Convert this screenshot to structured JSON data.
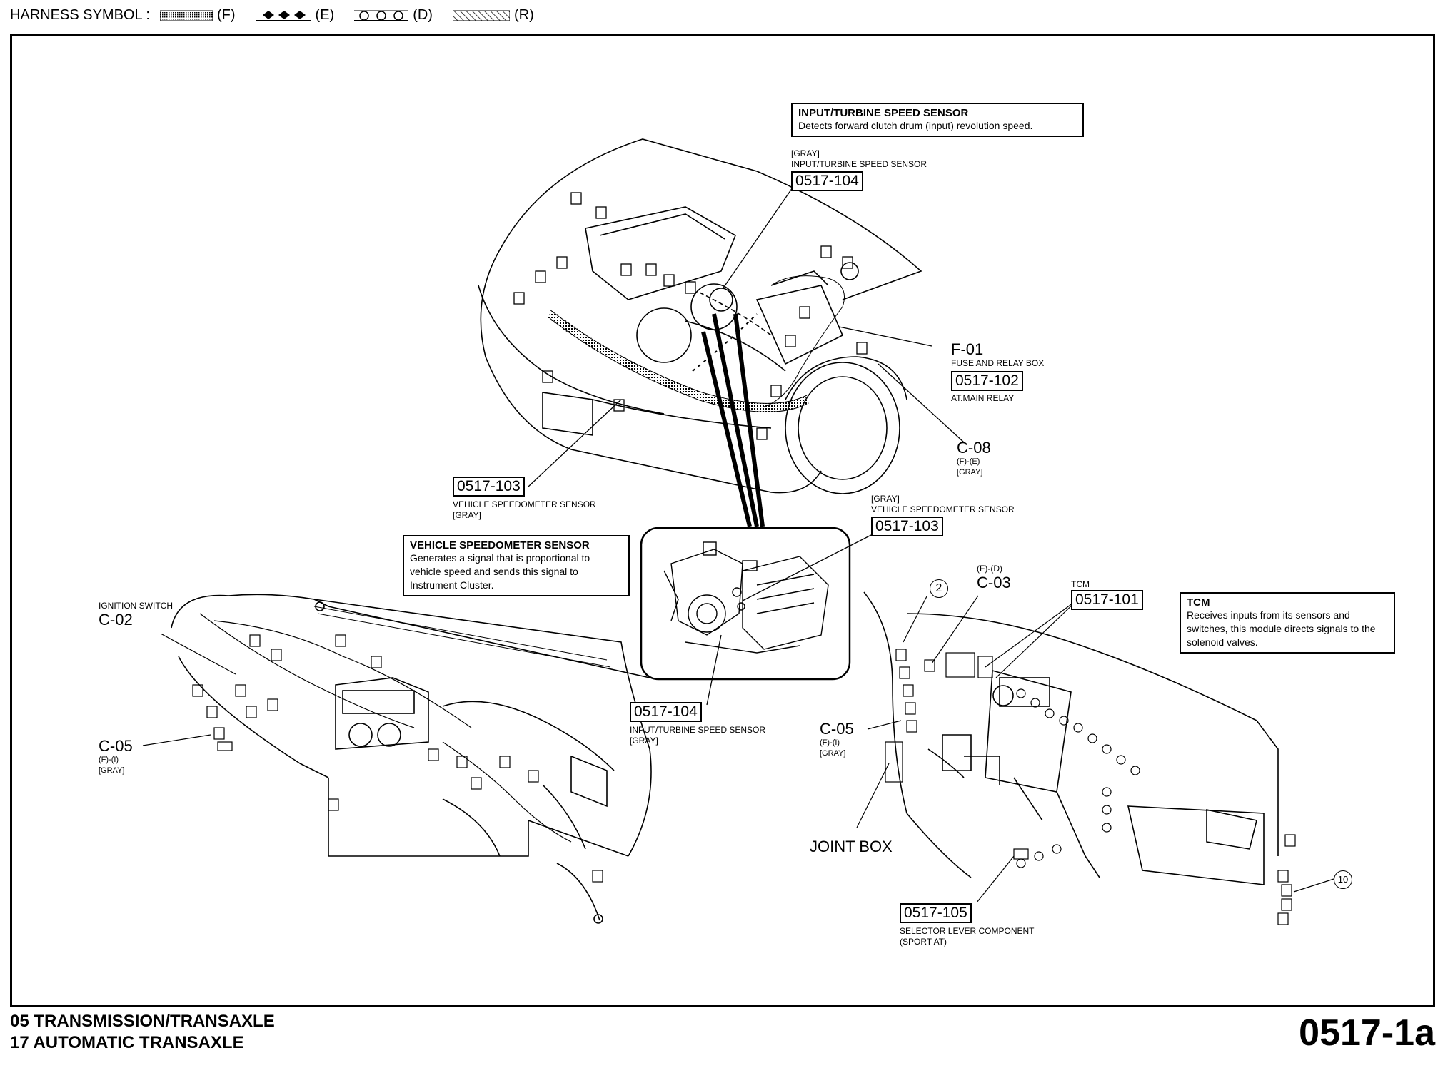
{
  "legend": {
    "title": "HARNESS SYMBOL :",
    "items": [
      {
        "label": "(F)",
        "icon": "dotted-band-icon"
      },
      {
        "label": "(E)",
        "icon": "diamond-line-icon"
      },
      {
        "label": "(D)",
        "icon": "circle-line-icon"
      },
      {
        "label": "(R)",
        "icon": "hatched-band-icon"
      }
    ]
  },
  "callouts": {
    "input_sensor": {
      "title": "INPUT/TURBINE SPEED SENSOR",
      "desc": "Detects forward clutch drum (input) revolution speed."
    },
    "vehicle_sensor": {
      "title": "VEHICLE SPEEDOMETER SENSOR",
      "desc": "Generates a signal that is proportional to vehicle speed and sends this signal to Instrument Cluster."
    },
    "tcm": {
      "title": "TCM",
      "desc": "Receives inputs from its sensors and switches, this module directs signals to the solenoid valves."
    }
  },
  "labels": {
    "top_sensor": {
      "line1": "[GRAY]",
      "line2": "INPUT/TURBINE SPEED SENSOR",
      "code": "0517-104"
    },
    "f01": {
      "conn": "F-01",
      "name": "FUSE AND RELAY BOX",
      "code": "0517-102",
      "sub": "AT.MAIN RELAY"
    },
    "c08": {
      "conn": "C-08",
      "sub1": "(F)-(E)",
      "sub2": "[GRAY]"
    },
    "left_vss": {
      "code": "0517-103",
      "name": "VEHICLE SPEEDOMETER SENSOR",
      "sub": "[GRAY]"
    },
    "right_vss": {
      "line1": "[GRAY]",
      "line2": "VEHICLE SPEEDOMETER SENSOR",
      "code": "0517-103"
    },
    "inset_sensor": {
      "code": "0517-104",
      "name": "INPUT/TURBINE SPEED SENSOR",
      "sub": "[GRAY]"
    },
    "ign": {
      "name": "IGNITION SWITCH",
      "conn": "C-02"
    },
    "c05_left": {
      "conn": "C-05",
      "sub1": "(F)-(I)",
      "sub2": "[GRAY]"
    },
    "c03": {
      "sub": "(F)-(D)",
      "conn": "C-03"
    },
    "marker2": "2",
    "tcm_code": {
      "label": "TCM",
      "code": "0517-101"
    },
    "c05_right": {
      "conn": "C-05",
      "sub1": "(F)-(I)",
      "sub2": "[GRAY]"
    },
    "joint_box": "JOINT BOX",
    "selector": {
      "code": "0517-105",
      "name": "SELECTOR LEVER COMPONENT",
      "sub": "(SPORT AT)"
    },
    "marker10": "10"
  },
  "footer": {
    "line1": "05  TRANSMISSION/TRANSAXLE",
    "line2": "17  AUTOMATIC TRANSAXLE",
    "page": "0517-1a"
  }
}
